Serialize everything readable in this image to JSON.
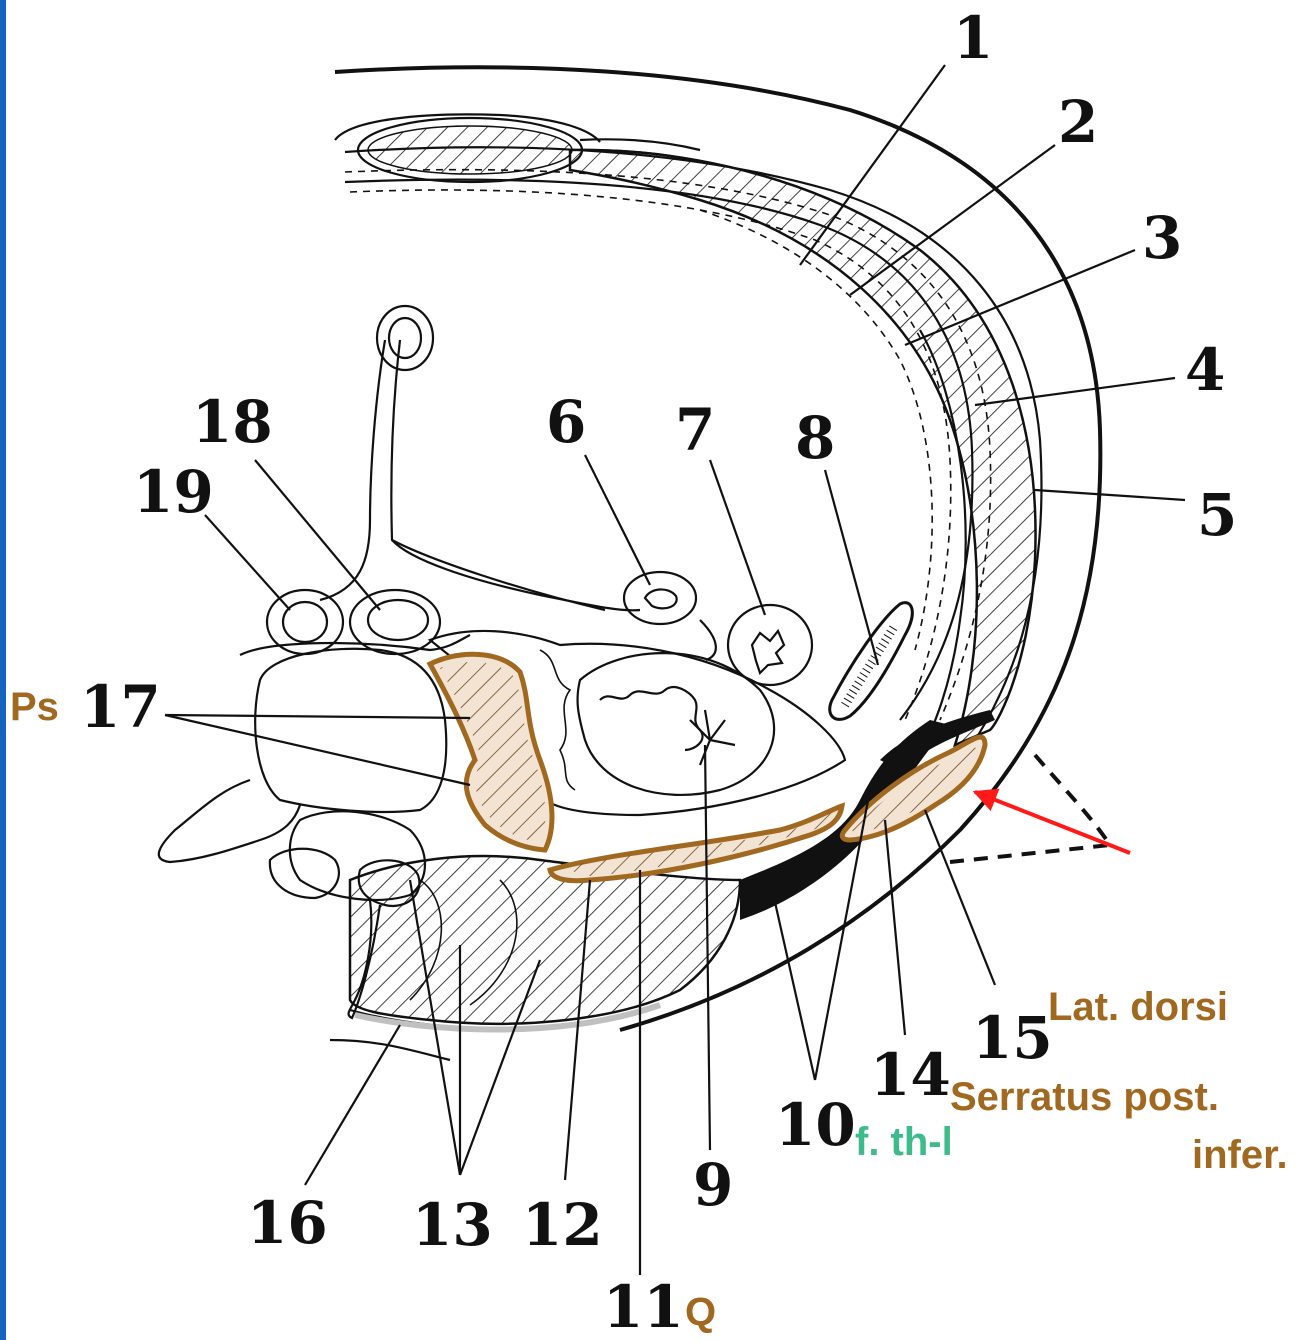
{
  "colors": {
    "side_bar": "#1565c0",
    "muscle_label": "#a0691f",
    "fascia_label": "#3dbb8a",
    "arrow": "#ff1a1a",
    "line_art": "#111111"
  },
  "numbers": {
    "n1": "1",
    "n2": "2",
    "n3": "3",
    "n4": "4",
    "n5": "5",
    "n6": "6",
    "n7": "7",
    "n8": "8",
    "n9": "9",
    "n10": "10",
    "n11": "11",
    "n12": "12",
    "n13": "13",
    "n14": "14",
    "n15": "15",
    "n16": "16",
    "n17": "17",
    "n18": "18",
    "n19": "19"
  },
  "labels": {
    "ps": "Ps",
    "q": "Q",
    "fthl": "f. th-l",
    "lat_dorsi": "Lat. dorsi",
    "serratus_line1": "Serratus post.",
    "serratus_line2": "infer."
  }
}
